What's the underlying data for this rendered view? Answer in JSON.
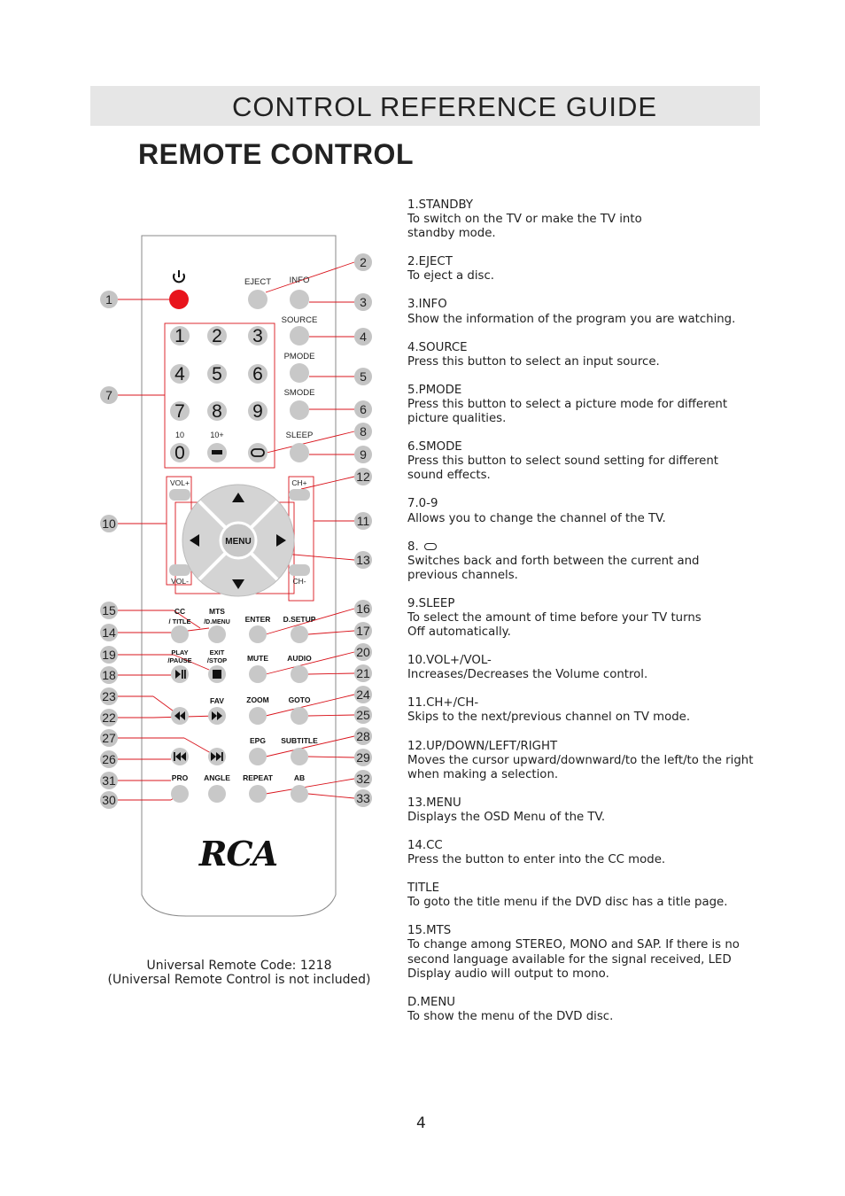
{
  "header": {
    "banner_title": "CONTROL REFERENCE GUIDE",
    "title": "REMOTE CONTROL"
  },
  "remote": {
    "brand": "RCA",
    "labels": {
      "eject": "EJECT",
      "info": "INFO",
      "source": "SOURCE",
      "pmode": "PMODE",
      "smode": "SMODE",
      "sleep": "SLEEP",
      "ten": "10",
      "ten_plus": "10+",
      "vol_plus": "VOL+",
      "vol_minus": "VOL-",
      "ch_plus": "CH+",
      "ch_minus": "CH-",
      "menu": "MENU",
      "cc": "CC",
      "title": "/ TITLE",
      "mts": "MTS",
      "dmenu": "/D.MENU",
      "enter": "ENTER",
      "dsetup": "D.SETUP",
      "play": "PLAY",
      "pause": "/PAUSE",
      "exit": "EXIT",
      "stop": "/STOP",
      "mute": "MUTE",
      "audio": "AUDIO",
      "fav": "FAV",
      "zoom": "ZOOM",
      "goto": "GOTO",
      "epg": "EPG",
      "subtitle": "SUBTITLE",
      "pro": "PRO",
      "angle": "ANGLE",
      "repeat": "REPEAT",
      "ab": "AB"
    },
    "digits": [
      "1",
      "2",
      "3",
      "4",
      "5",
      "6",
      "7",
      "8",
      "9",
      "0"
    ],
    "callouts_left": [
      "1",
      "7",
      "10",
      "15",
      "14",
      "19",
      "18",
      "23",
      "22",
      "27",
      "26",
      "31",
      "30"
    ],
    "callouts_right": [
      "2",
      "3",
      "4",
      "5",
      "6",
      "8",
      "9",
      "12",
      "11",
      "13",
      "16",
      "17",
      "20",
      "21",
      "24",
      "25",
      "28",
      "29",
      "32",
      "33"
    ],
    "colors": {
      "power_button": "#e8141c",
      "leader_line": "#d9141c",
      "button": "#c8c8c8"
    }
  },
  "caption": {
    "line1": "Universal Remote Code: 1218",
    "line2": "(Universal Remote Control is not included)"
  },
  "descriptions": [
    {
      "heading": "1.STANDBY",
      "body": "To switch on the TV or make the TV into\nstandby mode."
    },
    {
      "heading": "2.EJECT",
      "body": "To eject a disc."
    },
    {
      "heading": "3.INFO",
      "body": "Show the information of the program you are watching."
    },
    {
      "heading": "4.SOURCE",
      "body": "Press this button to select an input source."
    },
    {
      "heading": "5.PMODE",
      "body": "Press this button to select a picture mode for different\npicture qualities."
    },
    {
      "heading": "6.SMODE",
      "body": "Press this button to select sound setting for different\nsound effects."
    },
    {
      "heading": "7.0-9",
      "body": "Allows you to change the channel of the TV."
    },
    {
      "heading": "8.",
      "body": "Switches back and forth between the current and\nprevious channels."
    },
    {
      "heading": "9.SLEEP",
      "body": "To select the amount of time before your TV turns\nOff automatically."
    },
    {
      "heading": "10.VOL+/VOL-",
      "body": "Increases/Decreases the Volume control."
    },
    {
      "heading": "11.CH+/CH-",
      "body": "Skips to the next/previous channel on TV mode."
    },
    {
      "heading": "12.UP/DOWN/LEFT/RIGHT",
      "body": "Moves the cursor upward/downward/to the left/to the right\nwhen making a selection."
    },
    {
      "heading": "13.MENU",
      "body": "Displays the OSD Menu of the TV."
    },
    {
      "heading": "14.CC",
      "body": "Press the button to enter into the CC mode."
    },
    {
      "heading": "TITLE",
      "body": "To goto the title menu if the DVD disc has a title page."
    },
    {
      "heading": "15.MTS",
      "body": "To change among STEREO, MONO and SAP. If there is no\nsecond language available for the signal received, LED\nDisplay audio will output to mono."
    },
    {
      "heading": "D.MENU",
      "body": "To show the menu of the DVD disc."
    }
  ],
  "page_number": "4"
}
